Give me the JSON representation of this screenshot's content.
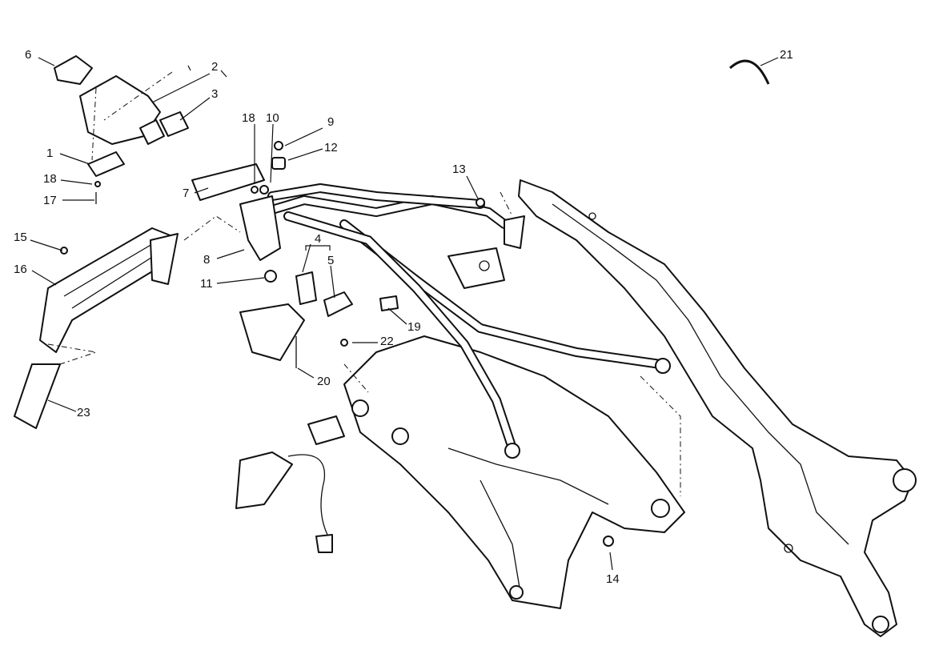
{
  "diagram": {
    "callouts": {
      "c1": "1",
      "c2": "2",
      "c3": "3",
      "c4": "4",
      "c5": "5",
      "c6": "6",
      "c7": "7",
      "c8": "8",
      "c9": "9",
      "c10": "10",
      "c11": "11",
      "c12": "12",
      "c13": "13",
      "c14": "14",
      "c15": "15",
      "c16": "16",
      "c17": "17",
      "c18a": "18",
      "c18b": "18",
      "c19": "19",
      "c20": "20",
      "c21": "21",
      "c22": "22",
      "c23": "23"
    }
  }
}
